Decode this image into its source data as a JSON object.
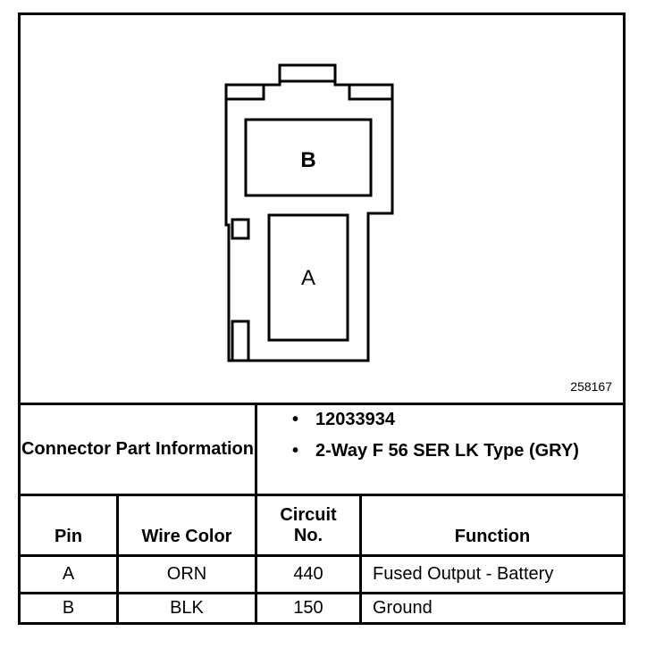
{
  "diagram": {
    "pin_labels": [
      "B",
      "A"
    ],
    "figure_number": "258167"
  },
  "connector_info": {
    "label": "Connector Part Information",
    "part_number": "12033934",
    "description": "2-Way F 56 SER LK Type (GRY)"
  },
  "table": {
    "headers": {
      "pin": "Pin",
      "wire_color": "Wire Color",
      "circuit": "Circuit No.",
      "function": "Function"
    },
    "rows": [
      {
        "pin": "A",
        "wire_color": "ORN",
        "circuit": "440",
        "function": "Fused Output - Battery"
      },
      {
        "pin": "B",
        "wire_color": "BLK",
        "circuit": "150",
        "function": "Ground"
      }
    ]
  }
}
